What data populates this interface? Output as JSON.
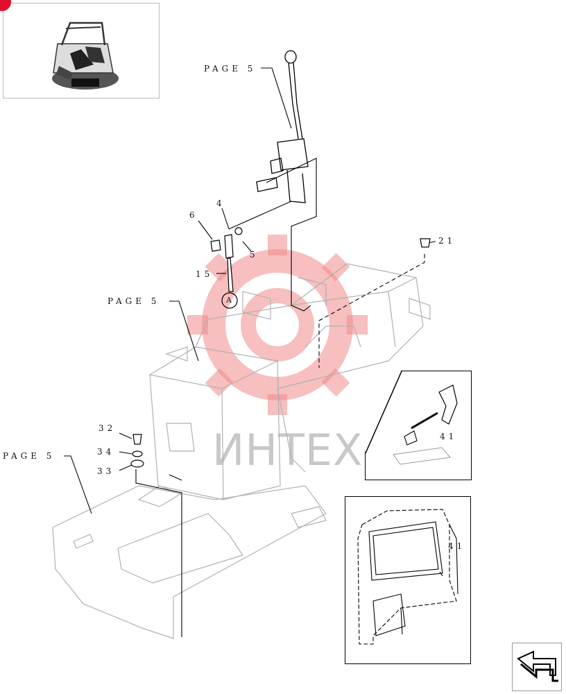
{
  "diagram": {
    "page_refs": [
      "PAGE  5",
      "PAGE  5",
      "PAGE  5"
    ],
    "callouts": {
      "c4": "4",
      "c6": "6",
      "c5": "5",
      "c15": "15",
      "c21": "21",
      "c32": "32",
      "c34": "34",
      "c33": "33",
      "c41a": "41",
      "c41b": "41",
      "detail": "A"
    },
    "watermark": "ИНТЕХ"
  },
  "colors": {
    "line": "#000000",
    "faint_line": "#b0b0b0",
    "watermark_logo": "#f08a8a",
    "badge": "#e0102a"
  },
  "icons": {
    "thumbnail": "excavator-cab-thumbnail",
    "nav": "next-page-arrow-icon"
  }
}
